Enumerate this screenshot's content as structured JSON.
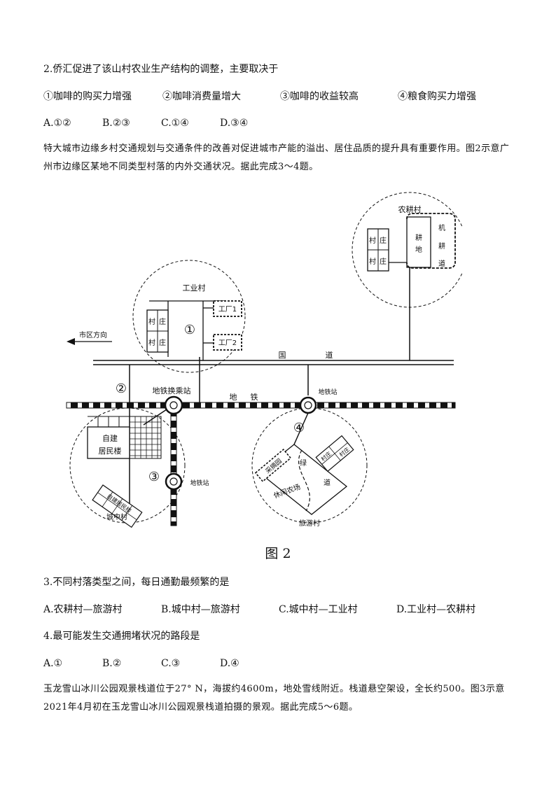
{
  "q2": {
    "stem": "2.侨汇促进了该山村农业生产结构的调整，主要取决于",
    "items": [
      "①咖啡的购买力增强",
      "②咖啡消费量增大",
      "③咖啡的收益较高",
      "④粮食购买力增强"
    ],
    "choices": [
      "A.①②",
      "B.②③",
      "C.①④",
      "D.③④"
    ]
  },
  "intro1": "特大城市边缘乡村交通规划与交通条件的改善对促进城市产能的溢出、居住品质的提升具有重要作用。图2示意广州市边缘区某地不同类型村落的内外交通状况。据此完成3～4题。",
  "figure": {
    "caption": "图 2",
    "labels": {
      "farm_village": "农耕村",
      "cun": "村",
      "zhuang": "庄",
      "geng": "耕",
      "di": "地",
      "ji": "机",
      "dao_road": "道",
      "industrial_village": "工业村",
      "factory1": "工厂1",
      "factory2": "工厂2",
      "num1": "①",
      "num2": "②",
      "num3": "③",
      "num4": "④",
      "city_direction": "市区方向",
      "guo": "国",
      "dao": "道",
      "transfer_station": "地铁换乘站",
      "di_subway": "地",
      "tie": "铁",
      "subway_station": "地铁站",
      "zijian": "自建",
      "jumin": "居民楼",
      "zijian_small": "自建居民楼",
      "urban_village": "城中村",
      "picking": "采摘园",
      "lv": "绿",
      "farm_resort": "休闲农场",
      "tourism_village": "旅游村",
      "cunzhuang": "村庄"
    }
  },
  "q3": {
    "stem": "3.不同村落类型之间，每日通勤最频繁的是",
    "choices": [
      "A.农耕村—旅游村",
      "B.城中村—旅游村",
      "C.城中村—工业村",
      "D.工业村—农耕村"
    ]
  },
  "q4": {
    "stem": "4.最可能发生交通拥堵状况的路段是",
    "choices": [
      "A.①",
      "B.②",
      "C.③",
      "D.④"
    ]
  },
  "intro2": "玉龙雪山冰川公园观景栈道位于27° N，海拔约4600m，地处雪线附近。栈道悬空架设，全长约500。图3示意2021年4月初在玉龙雪山冰川公园观景栈道拍摄的景观。据此完成5～6题。"
}
